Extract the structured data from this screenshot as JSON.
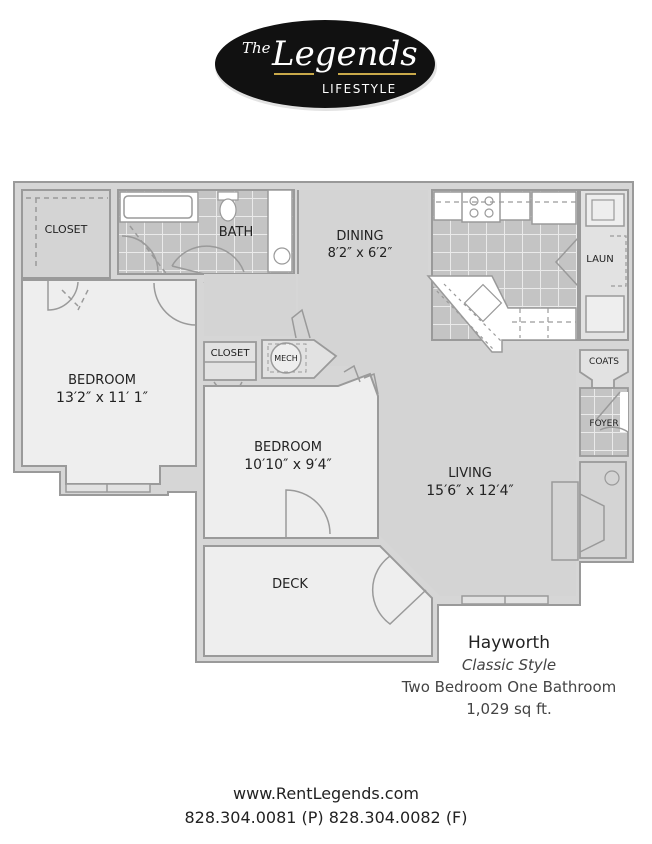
{
  "logo": {
    "the": "The",
    "brand": "Legends",
    "tagline": "LIFESTYLE",
    "colors": {
      "background": "#111111",
      "text": "#ffffff",
      "rule": "#c9a94a"
    }
  },
  "floorplan": {
    "rooms": {
      "closet_1": {
        "name": "CLOSET"
      },
      "bath": {
        "name": "BATH"
      },
      "dining": {
        "name": "DINING",
        "dims": "8′2″ x 6′2″"
      },
      "laundry": {
        "name": "LAUN"
      },
      "bedroom_1": {
        "name": "BEDROOM",
        "dims": "13′2″ x 11′ 1″"
      },
      "closet_2": {
        "name": "CLOSET"
      },
      "mech": {
        "name": "MECH"
      },
      "coats": {
        "name": "COATS"
      },
      "foyer": {
        "name": "FOYER"
      },
      "bedroom_2": {
        "name": "BEDROOM",
        "dims": "10′10″ x 9′4″"
      },
      "living": {
        "name": "LIVING",
        "dims": "15′6″ x 12′4″"
      },
      "deck": {
        "name": "DECK"
      }
    },
    "colors": {
      "wall": "#9a9a9a",
      "wall_fill": "#d6d6d6",
      "room_light": "#eeeeee",
      "room_mid": "#d4d4d4",
      "tile": "#c4c4c4",
      "tile_grout": "#eaeaea",
      "fixture": "#ffffff"
    }
  },
  "info": {
    "plan_name": "Hayworth",
    "style": "Classic Style",
    "type": "Two Bedroom One Bathroom",
    "size": "1,029 sq ft."
  },
  "footer": {
    "website": "www.RentLegends.com",
    "phones": "828.304.0081 (P) 828.304.0082 (F)"
  }
}
